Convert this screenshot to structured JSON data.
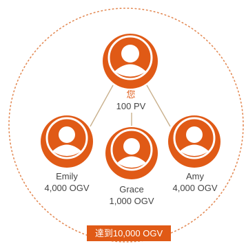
{
  "colors": {
    "accent": "#e05a16",
    "ring": "#e38a55",
    "connector": "#c9b08c",
    "text": "#444444"
  },
  "root": {
    "name": "您",
    "value": "100 PV",
    "icon": "user-avatar-icon"
  },
  "children": [
    {
      "name": "Emily",
      "value": "4,000 OGV",
      "icon": "user-avatar-icon"
    },
    {
      "name": "Grace",
      "value": "1,000 OGV",
      "icon": "user-avatar-icon"
    },
    {
      "name": "Amy",
      "value": "4,000 OGV",
      "icon": "user-avatar-icon"
    }
  ],
  "goal": {
    "label": "達到10,000 OGV"
  }
}
